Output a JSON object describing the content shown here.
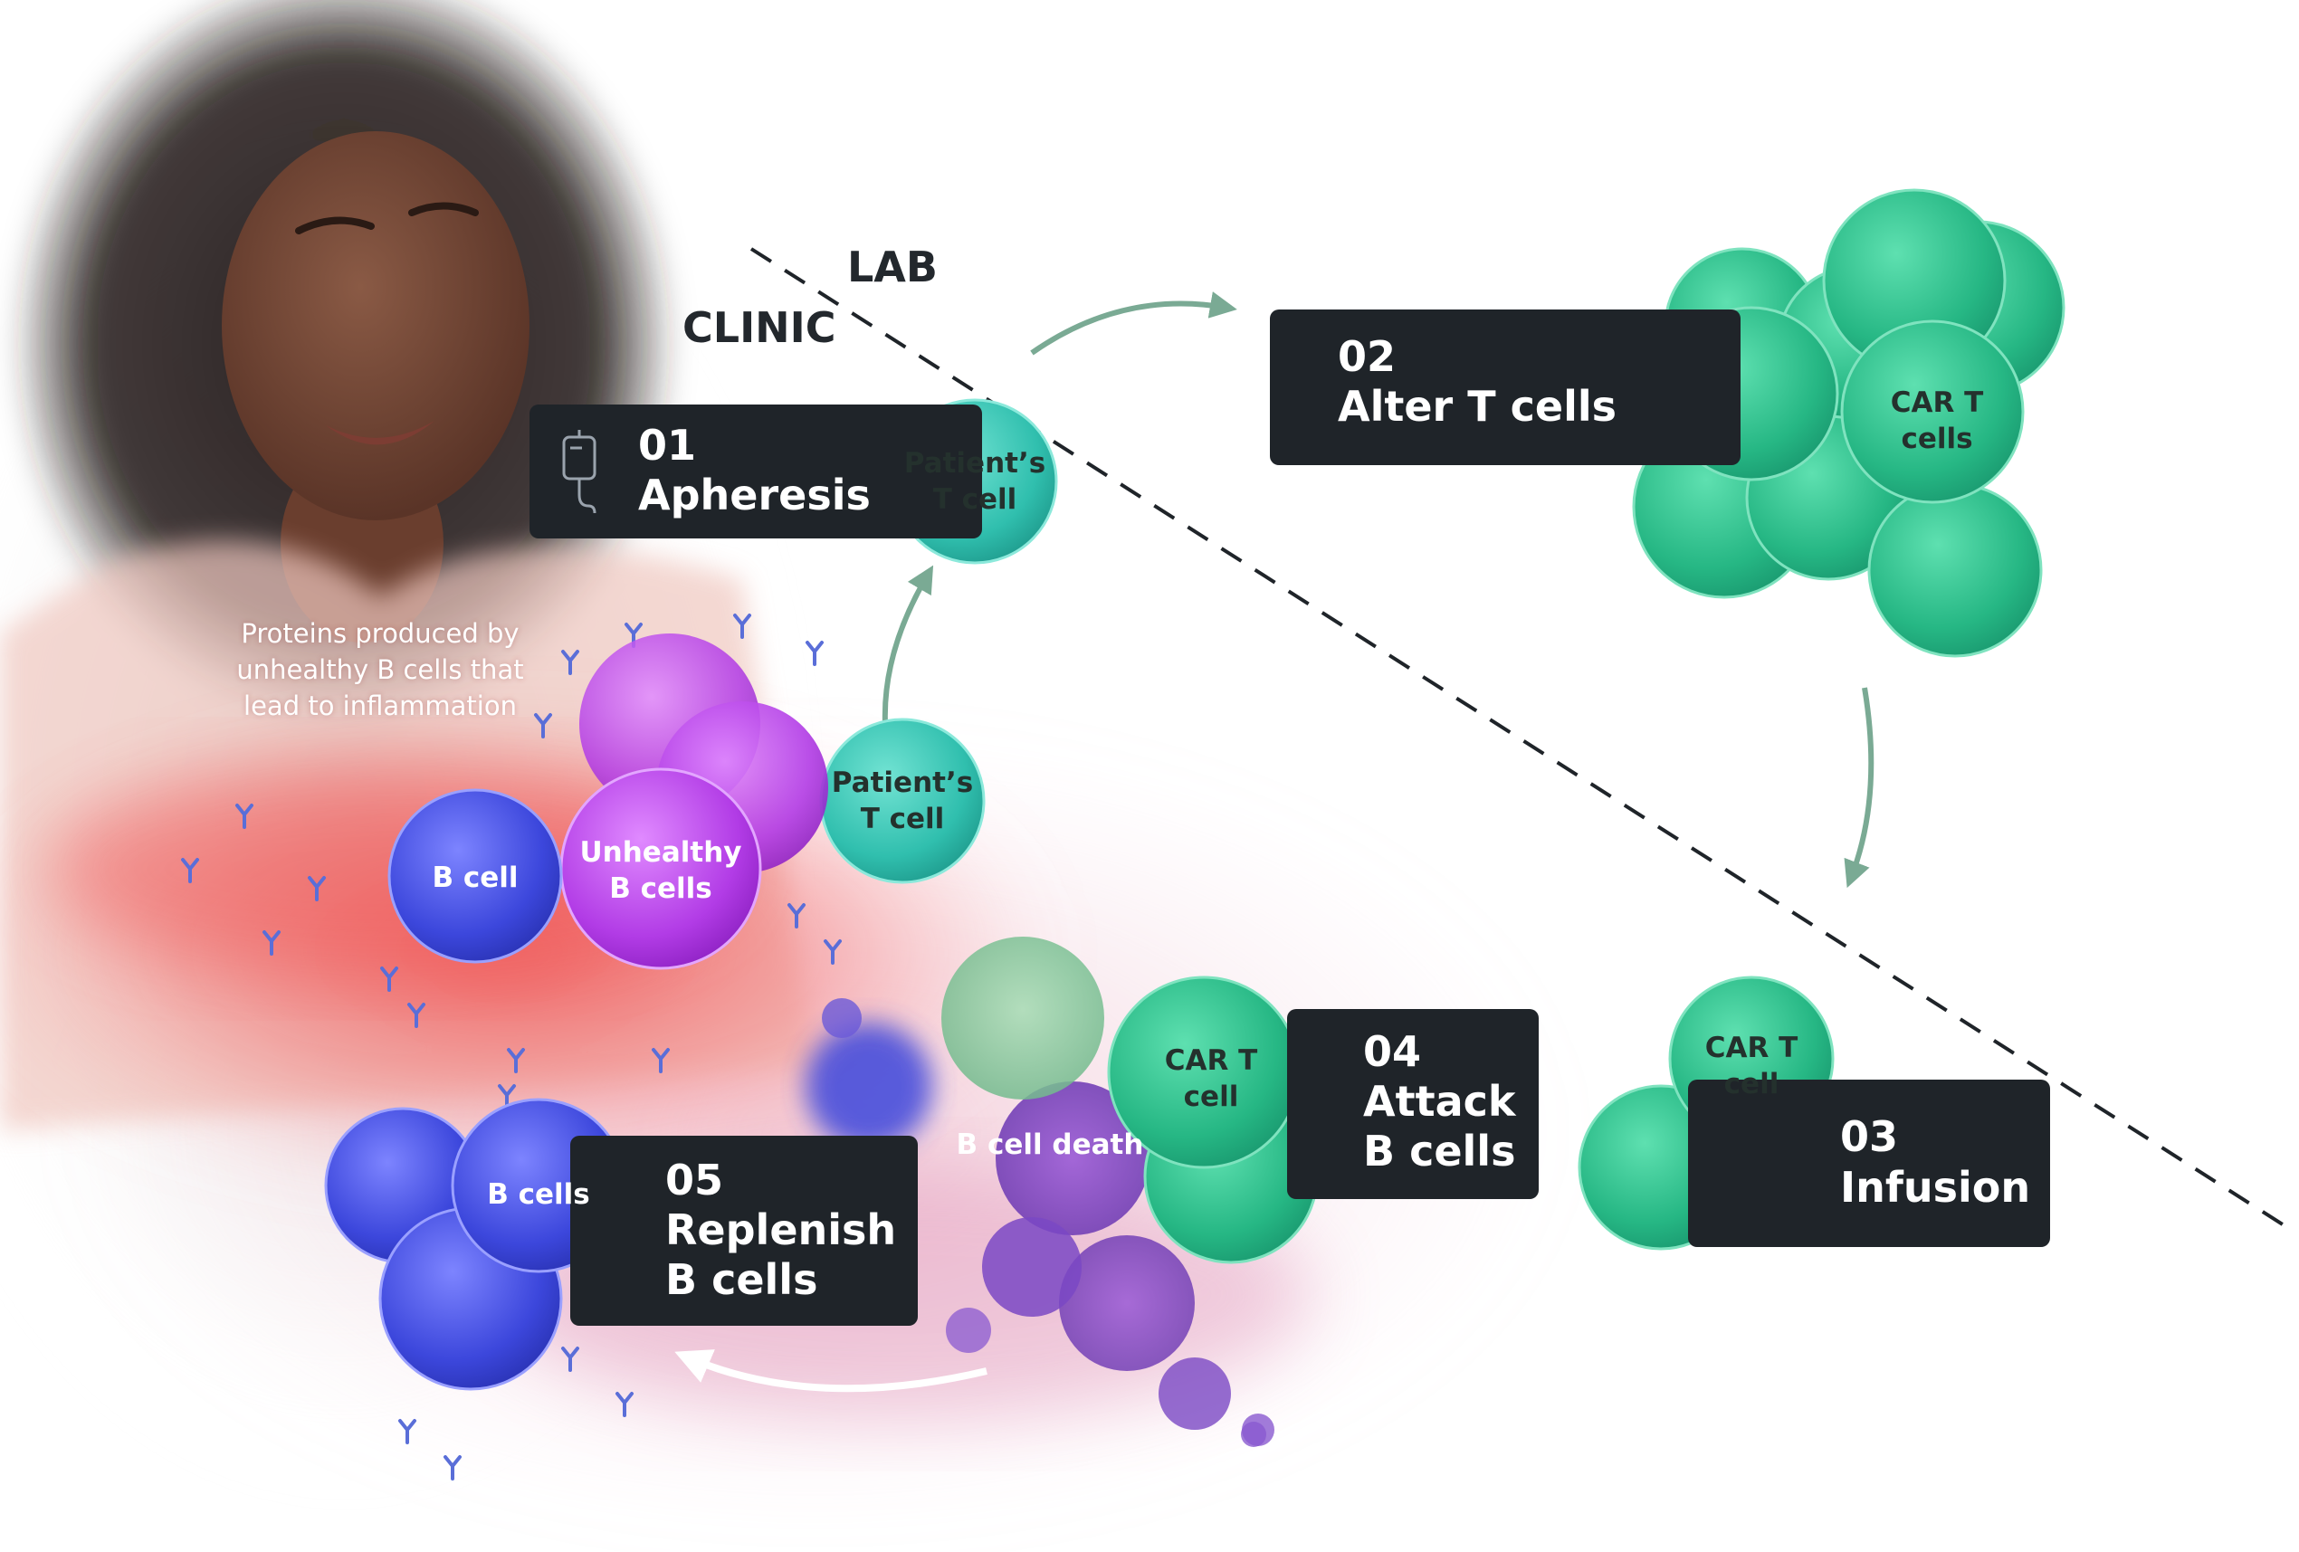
{
  "zones": {
    "lab": "LAB",
    "clinic": "CLINIC"
  },
  "steps": [
    {
      "number": "01",
      "title": "Apheresis",
      "icon": "iv-bag-icon"
    },
    {
      "number": "02",
      "title": "Alter T cells"
    },
    {
      "number": "03",
      "title": "Infusion"
    },
    {
      "number": "04",
      "title": "Attack\nB cells"
    },
    {
      "number": "05",
      "title": "Replenish\nB cells"
    }
  ],
  "cell_labels": {
    "patients_t_cell": "Patient’s\nT cell",
    "car_t_cells": "CAR T\ncells",
    "car_t_cell": "CAR T\ncell",
    "b_cell": "B cell",
    "unhealthy_b_cells": "Unhealthy\nB cells",
    "b_cells": "B cells",
    "b_cell_death": "B cell death"
  },
  "annotation": "Proteins produced by\nunhealthy B cells that\nlead to inflammation",
  "colors": {
    "box": "#1f2429",
    "car_t": "#2fbf8a",
    "t_cell": "#34c2b0",
    "b_cell": "#4450e0",
    "unhealthy_b_cell": "#b63be8",
    "arrow": "#7aaa94",
    "inflammation": "#f05a5a"
  }
}
